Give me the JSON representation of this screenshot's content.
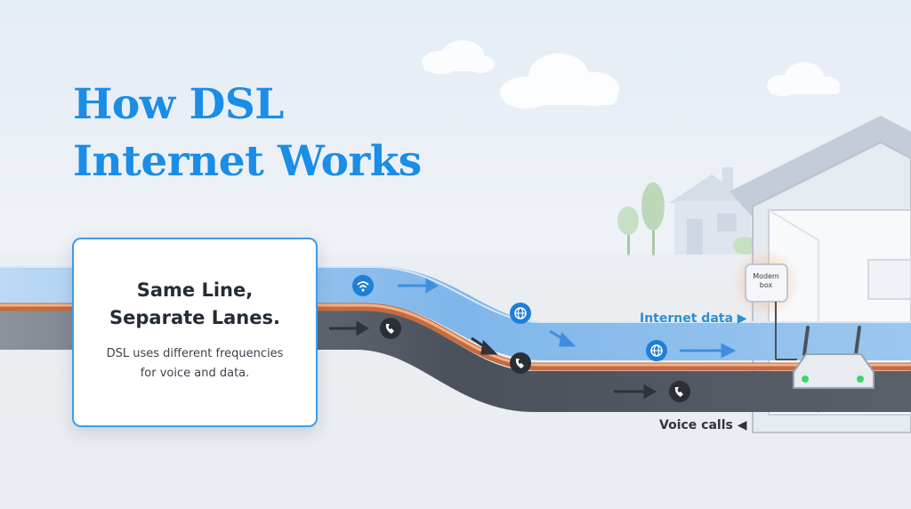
{
  "title": {
    "line1": "How DSL",
    "line2": "Internet Works"
  },
  "card": {
    "heading_line1": "Same Line,",
    "heading_line2": "Separate Lanes.",
    "body_line1": "DSL uses different frequencies",
    "body_line2": "for voice and data."
  },
  "labels": {
    "internet": "Internet data ▶",
    "voice": "Voice calls ◀",
    "modem_line1": "Modem",
    "modem_line2": "box"
  },
  "lanes": [
    {
      "name": "internet",
      "color": "#2f8fde"
    },
    {
      "name": "copper-line",
      "color": "#d9804f"
    },
    {
      "name": "voice",
      "color": "#3f4550"
    }
  ],
  "icons": {
    "internet_lane": [
      "wifi-icon",
      "globe-icon",
      "globe-icon"
    ],
    "voice_lane": [
      "phone-icon",
      "phone-icon",
      "phone-icon"
    ]
  },
  "colors": {
    "accent": "#1a8de6",
    "internet": "#2f8fde",
    "copper": "#d9804f",
    "voice": "#3f4550",
    "router_led": "#3ed66a"
  }
}
